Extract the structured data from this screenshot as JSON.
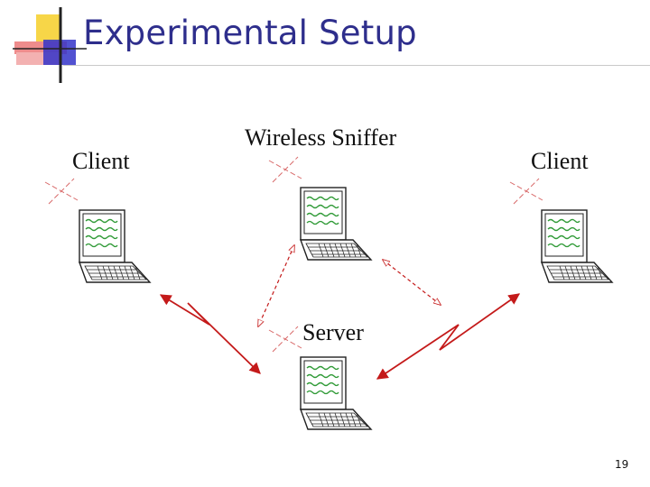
{
  "slide": {
    "title": "Experimental Setup",
    "page_number": "19"
  },
  "diagram": {
    "labels": {
      "client_left": "Client",
      "sniffer": "Wireless Sniffer",
      "client_right": "Client",
      "server": "Server"
    },
    "colors": {
      "title": "#2e2e8c",
      "arrow": "#c41a1a",
      "screen_wave": "#2f9a36",
      "antenna": "#d96b6b",
      "logo_yellow": "#f5d23c",
      "logo_red": "#e94b4b",
      "logo_blue": "#3a3ad0"
    },
    "icons": [
      "laptop-icon",
      "antenna-icon",
      "wireless-link-arrow",
      "dashed-sniff-arrow"
    ]
  }
}
